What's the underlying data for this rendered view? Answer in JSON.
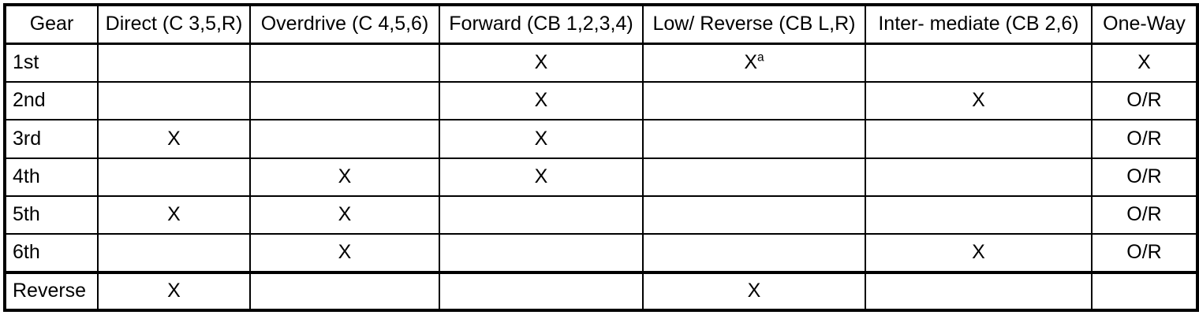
{
  "table": {
    "columns": [
      {
        "key": "gear",
        "label": "Gear"
      },
      {
        "key": "direct",
        "label": "Direct (C 3,5,R)"
      },
      {
        "key": "overdrive",
        "label": "Overdrive (C 4,5,6)"
      },
      {
        "key": "forward",
        "label": "Forward (CB 1,2,3,4)"
      },
      {
        "key": "lowrev",
        "label": "Low/ Reverse (CB L,R)"
      },
      {
        "key": "inter",
        "label": "Inter- mediate (CB 2,6)"
      },
      {
        "key": "oneway",
        "label": "One-Way"
      }
    ],
    "rows": [
      {
        "gear": "1st",
        "direct": "",
        "overdrive": "",
        "forward": "X",
        "lowrev": "X",
        "lowrev_footnote": "a",
        "inter": "",
        "oneway": "X",
        "section_break": false
      },
      {
        "gear": "2nd",
        "direct": "",
        "overdrive": "",
        "forward": "X",
        "lowrev": "",
        "lowrev_footnote": "",
        "inter": "X",
        "oneway": "O/R",
        "section_break": false
      },
      {
        "gear": "3rd",
        "direct": "X",
        "overdrive": "",
        "forward": "X",
        "lowrev": "",
        "lowrev_footnote": "",
        "inter": "",
        "oneway": "O/R",
        "section_break": false
      },
      {
        "gear": "4th",
        "direct": "",
        "overdrive": "X",
        "forward": "X",
        "lowrev": "",
        "lowrev_footnote": "",
        "inter": "",
        "oneway": "O/R",
        "section_break": false
      },
      {
        "gear": "5th",
        "direct": "X",
        "overdrive": "X",
        "forward": "",
        "lowrev": "",
        "lowrev_footnote": "",
        "inter": "",
        "oneway": "O/R",
        "section_break": false
      },
      {
        "gear": "6th",
        "direct": "",
        "overdrive": "X",
        "forward": "",
        "lowrev": "",
        "lowrev_footnote": "",
        "inter": "X",
        "oneway": "O/R",
        "section_break": false
      },
      {
        "gear": "Reverse",
        "direct": "X",
        "overdrive": "",
        "forward": "",
        "lowrev": "X",
        "lowrev_footnote": "",
        "inter": "",
        "oneway": "",
        "section_break": true
      }
    ]
  },
  "style": {
    "border_color": "#000000",
    "background": "#ffffff",
    "text_color": "#000000"
  }
}
